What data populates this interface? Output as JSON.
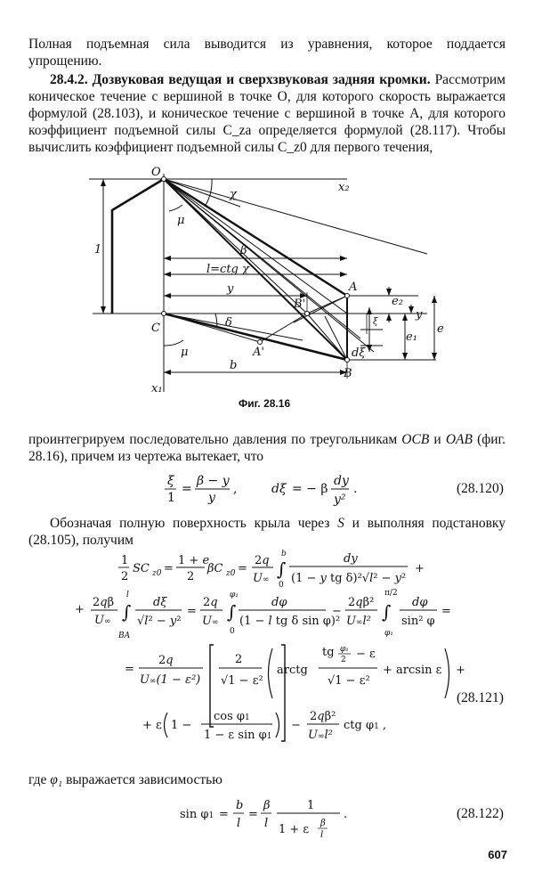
{
  "para1": "Полная подъемная сила выводится из уравнения, которое поддается упрощению.",
  "section": {
    "number": "28.4.2.",
    "title": "Дозвуковая ведущая и сверхзвуковая задняя кромки.",
    "text": "Рассмотрим коническое течение с вершиной в точке O, для которого скорость выражается формулой (28.103), и коническое течение с вершиной в точке A, для которого коэффициент подъемной силы C_za определяется формулой (28.117). Чтобы вычислить коэффициент подъемной силы C_z0 для первого течения,"
  },
  "figure": {
    "caption": "Фиг. 28.16",
    "labels": {
      "O": "O",
      "C": "C",
      "A": "A",
      "B": "B",
      "B_prime": "B'",
      "A_prime": "A'",
      "x2": "x₂",
      "x1": "x₁",
      "chi": "χ",
      "mu": "μ",
      "beta": "β",
      "l": "l=ctg χ",
      "y": "y",
      "delta": "δ",
      "b": "b",
      "one": "1",
      "e": "e",
      "e1": "e₁",
      "e2": "e₂",
      "xi": "ξ",
      "dxi": "dξ",
      "y_right": "y"
    }
  },
  "para3_a": "проинтегрируем последовательно давления по треугольникам",
  "para3_b": "OCB",
  "para3_c": "и",
  "para3_d": "OAB",
  "para3_e": "(фиг. 28.16), причем из чертежа вытекает, что",
  "eq120": "(28.120)",
  "para4_a": "Обозначая полную поверхность крыла через",
  "para4_b": "S",
  "para4_c": "и выполняя подстановку (28.105), получим",
  "eq121": "(28.121)",
  "para5_a": "где",
  "para5_b": "φ₁",
  "para5_c": "выражается зависимостью",
  "eq122": "(28.122)",
  "page_number": "607"
}
